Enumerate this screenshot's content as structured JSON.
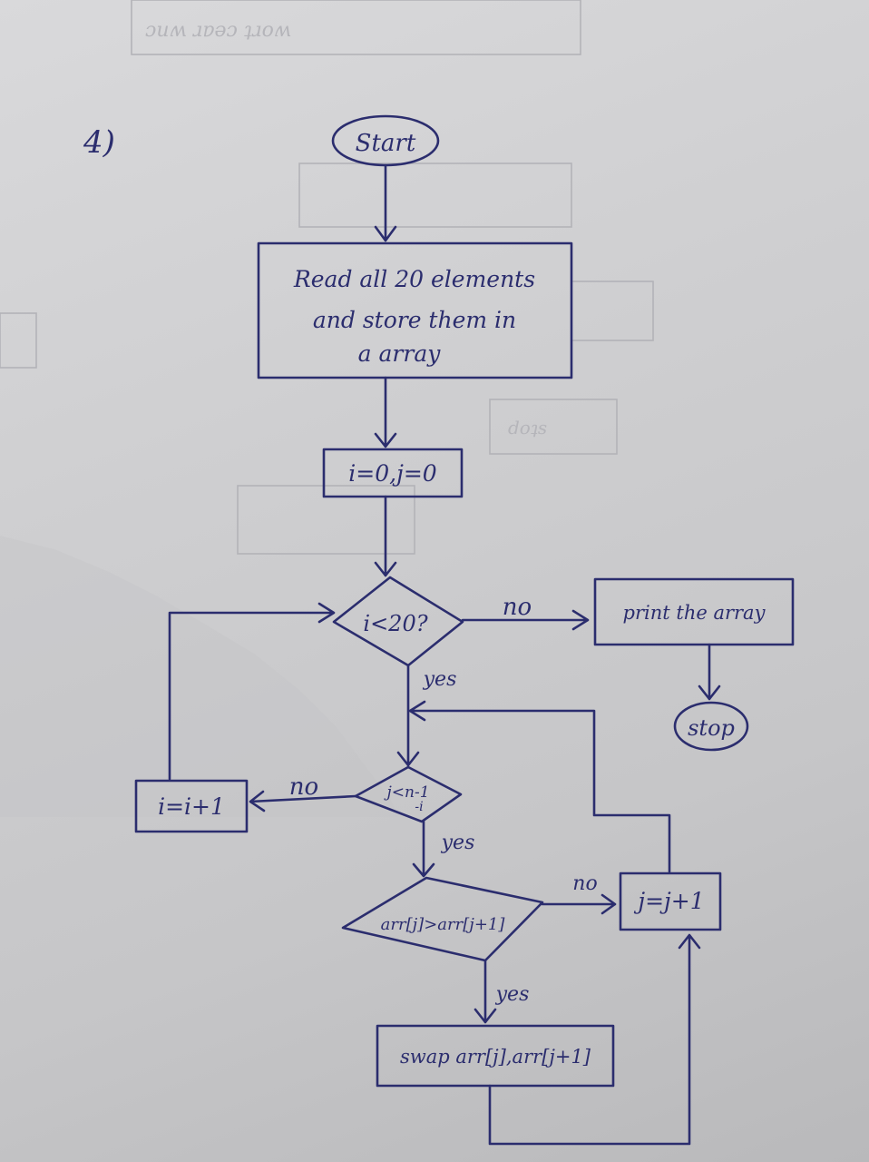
{
  "question_number": "4)",
  "nodes": {
    "start": "Start",
    "read": [
      "Read all 20 elements",
      "and store them in",
      "a array"
    ],
    "init": "i=0,j=0",
    "cond_i": "i<20?",
    "print": "print the array",
    "stop": "stop",
    "cond_j": [
      "j<n-1",
      "-i"
    ],
    "incr_i": "i=i+1",
    "compare": "arr[j]>arr[j+1]",
    "incr_j": "j=j+1",
    "swap": "swap arr[j],arr[j+1]"
  },
  "edge_labels": {
    "cond_i_no": "no",
    "cond_i_yes": "yes",
    "cond_j_no": "no",
    "cond_j_yes": "yes",
    "compare_no": "no",
    "compare_yes": "yes"
  },
  "colors": {
    "ink": "#2b2d6e",
    "paper": "#d2d2d4",
    "ghost": "#b3b3b8"
  }
}
